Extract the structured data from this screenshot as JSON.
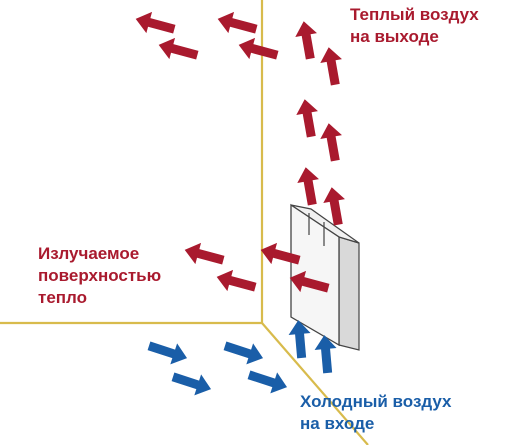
{
  "colors": {
    "warm": "#a91a2e",
    "cool": "#1a5ea8",
    "wall": "#d8bb4c",
    "outline": "#444444"
  },
  "labels": {
    "warm_outlet": {
      "line1": "Теплый воздух",
      "line2": "на выходе",
      "color": "#a91a2e"
    },
    "radiated": {
      "line1": "Излучаемое",
      "line2": "поверхностью",
      "line3": "тепло",
      "color": "#a91a2e"
    },
    "cold_inlet": {
      "line1": "Холодный воздух",
      "line2": "на входе",
      "color": "#1a5ea8"
    }
  },
  "icons": {
    "warm_arrow": "arrow-icon",
    "cool_arrow": "arrow-icon",
    "heater": "panel-heater-icon"
  }
}
